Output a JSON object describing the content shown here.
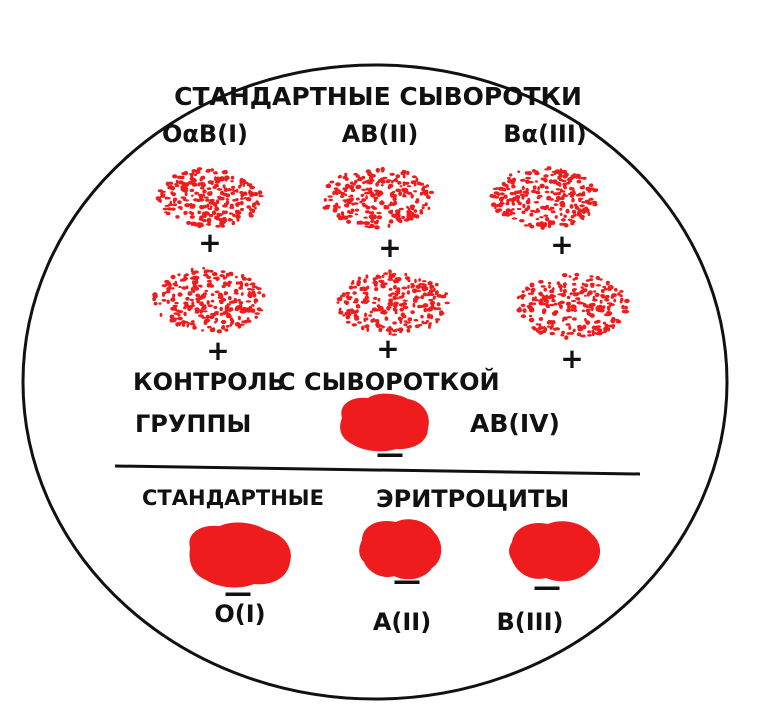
{
  "title": "СТАНДАРТНЫЕ СЫВОРОТКИ",
  "sera": [
    {
      "label": "OαΒ(I)"
    },
    {
      "label": "AΒ(II)"
    },
    {
      "label": "Bα(III)"
    }
  ],
  "plus_sign": "+",
  "minus_sign": "—",
  "control": {
    "left_line1": "КОНТРОЛЬ",
    "left_line2": "ГРУППЫ",
    "middle": "С СЫВОРОТКОЙ",
    "right": "AB(IV)"
  },
  "erythrocytes_title": {
    "part1": "СТАНДАРТНЫЕ",
    "part2": "ЭРИТРОЦИТЫ"
  },
  "cells": [
    {
      "label": "O(I)"
    },
    {
      "label": "A(II)"
    },
    {
      "label": "B(III)"
    }
  ],
  "colors": {
    "blob": "#ee1c1c",
    "ink": "#111111"
  }
}
